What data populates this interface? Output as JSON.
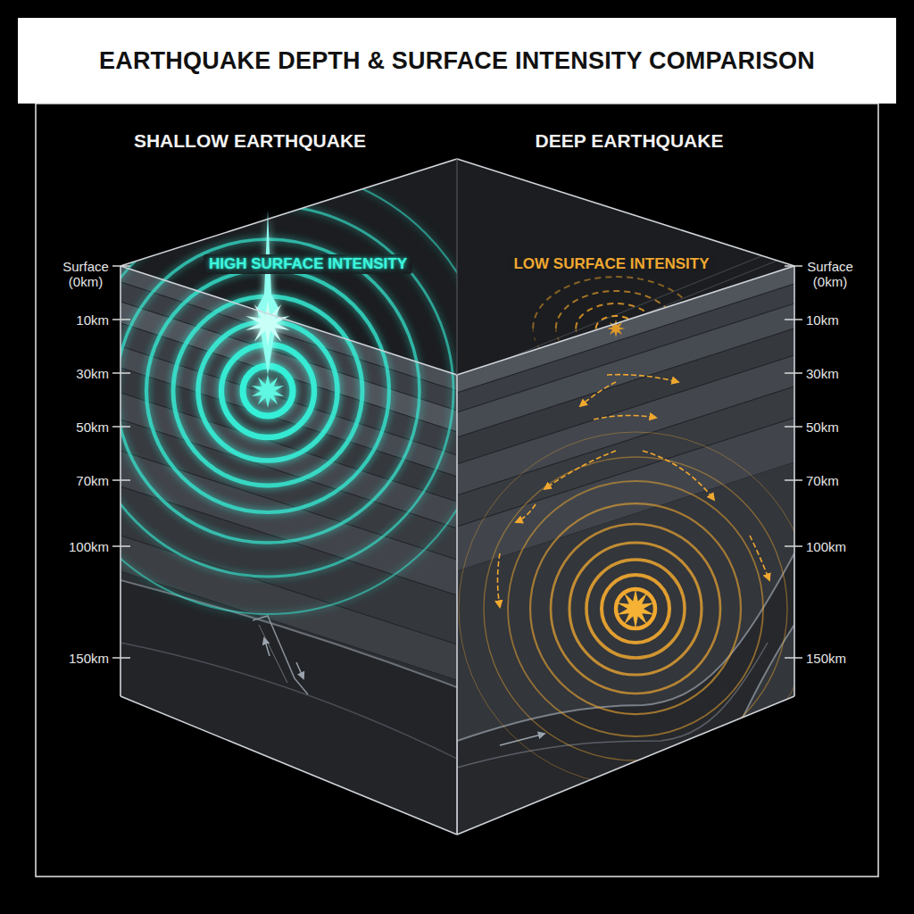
{
  "diagram": {
    "title": "EARTHQUAKE DEPTH & SURFACE INTENSITY COMPARISON",
    "labels": [
      "SHALLOW EARTHQUAKE",
      "DEEP EARTHQUAKE",
      "HIGH SURFACE INTENSITY",
      "LOW SURFACE INTENSITY",
      "Surface (0km)",
      "10km",
      "30km",
      "50km",
      "70km",
      "100km",
      "150km",
      "Surface (0km)",
      "10km",
      "30km",
      "50km",
      "70km",
      "100km",
      "150km"
    ]
  }
}
